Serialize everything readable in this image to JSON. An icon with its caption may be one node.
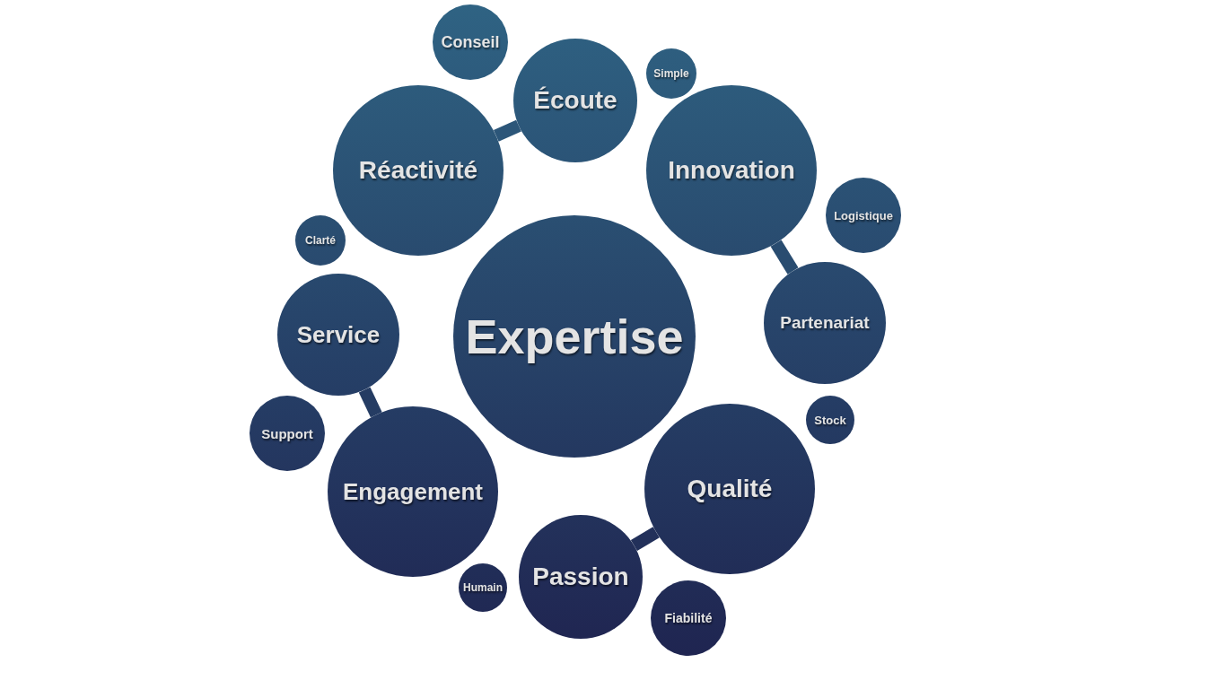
{
  "diagram": {
    "nodes": [
      {
        "text": [
          "Expertise"
        ]
      },
      {
        "text": [
          "Écoute"
        ]
      },
      {
        "text": [
          "Réactivité"
        ]
      },
      {
        "text": [
          "Conseil"
        ]
      },
      {
        "text": [
          "Simple"
        ]
      },
      {
        "text": [
          "Innovation"
        ]
      },
      {
        "text": [
          "Logistique"
        ]
      },
      {
        "text": [
          "Partenariat"
        ]
      },
      {
        "text": [
          "Clarté"
        ]
      },
      {
        "text": [
          "Service"
        ]
      },
      {
        "text": [
          "Support"
        ]
      },
      {
        "text": [
          "Engagement"
        ]
      },
      {
        "text": [
          "Stock"
        ]
      },
      {
        "text": [
          "Qualité"
        ]
      },
      {
        "text": [
          "Passion"
        ]
      },
      {
        "text": [
          "Humain"
        ]
      },
      {
        "text": [
          "Fiabilité"
        ]
      }
    ],
    "edges": [
      {
        "from": 1,
        "to": 2,
        "arrow": "none"
      },
      {
        "from": 5,
        "to": 7,
        "arrow": "none"
      },
      {
        "from": 9,
        "to": 11,
        "arrow": "none"
      },
      {
        "from": 13,
        "to": 14,
        "arrow": "none"
      }
    ]
  }
}
